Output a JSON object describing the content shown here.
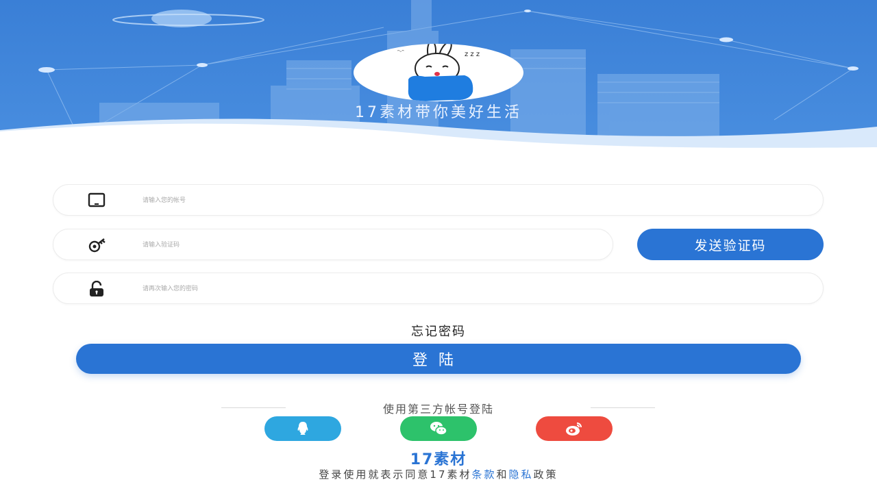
{
  "header": {
    "slogan": "17素材带你美好生活"
  },
  "form": {
    "account_placeholder": "请输入您的帐号",
    "code_placeholder": "请输入验证码",
    "password_placeholder": "请再次输入您的密码",
    "send_code_label": "发送验证码"
  },
  "forgot_label": "忘记密码",
  "login_label": "登陆",
  "third_party": {
    "title": "使用第三方帐号登陆",
    "providers": [
      {
        "icon": "qq-icon",
        "color": "#2ea7e0"
      },
      {
        "icon": "wechat-icon",
        "color": "#2dc26b"
      },
      {
        "icon": "weibo-icon",
        "color": "#ee4b3f"
      }
    ]
  },
  "footer": {
    "brand": "17素材",
    "agree_prefix": "登录使用就表示同意17素材",
    "terms_link": "条款",
    "and": "和",
    "privacy_link": "隐私",
    "agree_suffix": "政策"
  },
  "colors": {
    "primary": "#2a74d4",
    "header_bg": "#3b82d8"
  }
}
